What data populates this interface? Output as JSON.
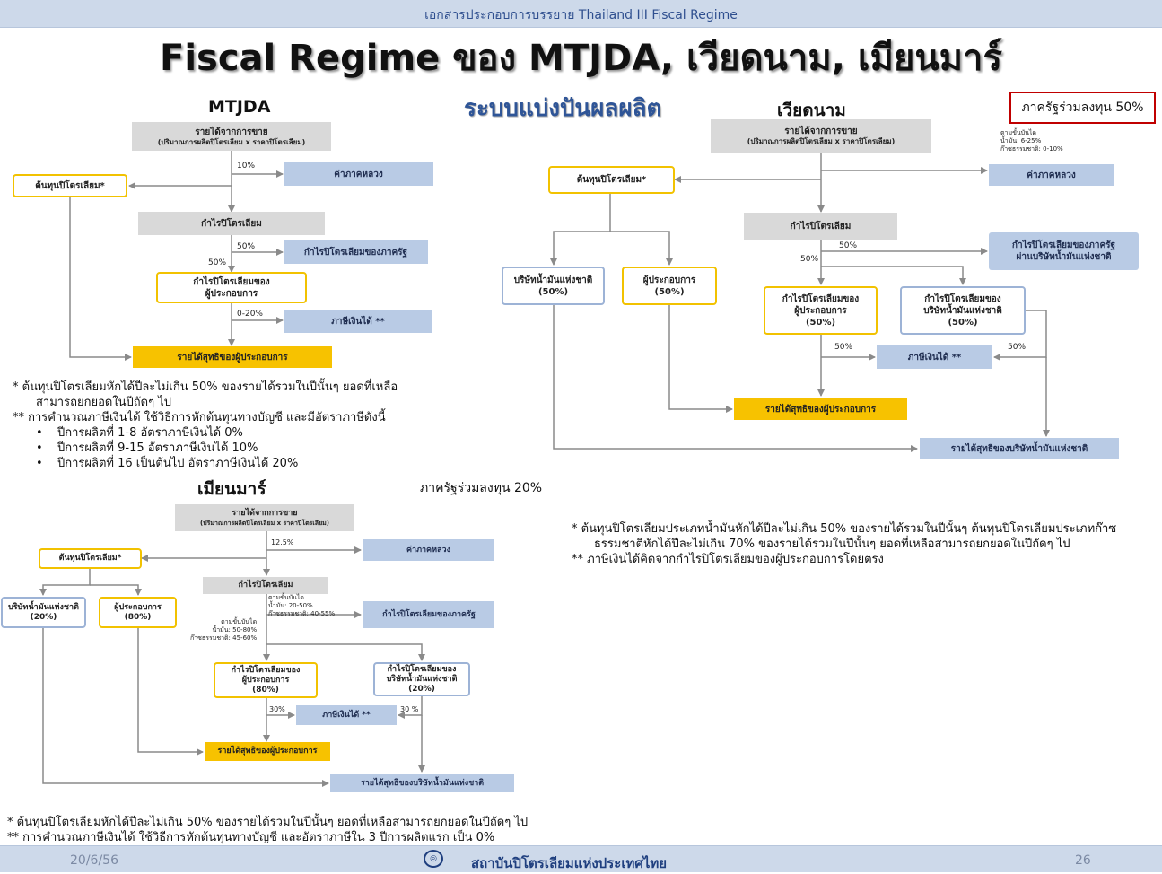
{
  "header": {
    "title": "เอกสารประกอบการบรรยาย Thailand III Fiscal Regime"
  },
  "slide_title": "Fiscal Regime ของ MTJDA, เวียดนาม, เมียนมาร์",
  "center_title": "ระบบแบ่งปันผลผลิต",
  "mtjda": {
    "heading": "MTJDA",
    "revenue": [
      "รายได้จากการขาย",
      "(ปริมาณการผลิตปิโตรเลียม x ราคาปิโตรเลียม)"
    ],
    "cost": "ต้นทุนปิโตรเลียม*",
    "royalty": "ค่าภาคหลวง",
    "profit_oil": "กำไรปิโตรเลียม",
    "gov_profit": "กำไรปิโตรเลียมของภาครัฐ",
    "contractor_profit": [
      "กำไรปิโตรเลียมของ",
      "ผู้ประกอบการ"
    ],
    "income_tax": "ภาษีเงินได้ **",
    "net_income": "รายได้สุทธิของผู้ประกอบการ",
    "pct_royalty": "10%",
    "pct_gov": "50%",
    "pct_contractor": "50%",
    "pct_tax": "0-20%",
    "notes": [
      "*   ต้นทุนปิโตรเลียมหักได้ปีละไม่เกิน 50% ของรายได้รวมในปีนั้นๆ ยอดที่เหลือ",
      "สามารถยกยอดในปีถัดๆ ไป",
      "** การคำนวณภาษีเงินได้ ใช้วิธีการหักต้นทุนทางบัญชี และมีอัตราภาษีดังนี้"
    ],
    "tax_bullets": [
      "ปีการผลิตที่ 1-8 อัตราภาษีเงินได้ 0%",
      "ปีการผลิตที่ 9-15 อัตราภาษีเงินได้ 10%",
      "ปีการผลิตที่ 16 เป็นต้นไป อัตราภาษีเงินได้  20%"
    ],
    "bullet_char": "•"
  },
  "vietnam": {
    "heading": "เวียดนาม",
    "gov_participation": "ภาครัฐร่วมลงทุน 50%",
    "revenue": [
      "รายได้จากการขาย",
      "(ปริมาณการผลิตปิโตรเลียม x ราคาปิโตรเลียม)"
    ],
    "royalty_scale": [
      "ตามขั้นบันได",
      "น้ำมัน: 6-25%",
      "ก๊าซธรรมชาติ: 0-10%"
    ],
    "cost": "ต้นทุนปิโตรเลียม*",
    "royalty": "ค่าภาคหลวง",
    "profit_oil": "กำไรปิโตรเลียม",
    "gov_profit": [
      "กำไรปิโตรเลียมของภาครัฐ",
      "ผ่านบริษัทน้ำมันแห่งชาติ"
    ],
    "noc": [
      "บริษัทน้ำมันแห่งชาติ",
      "(50%)"
    ],
    "contractor": [
      "ผู้ประกอบการ",
      "(50%)"
    ],
    "contractor_profit": [
      "กำไรปิโตรเลียมของ",
      "ผู้ประกอบการ",
      "(50%)"
    ],
    "noc_profit": [
      "กำไรปิโตรเลียมของ",
      "บริษัทน้ำมันแห่งชาติ",
      "(50%)"
    ],
    "income_tax": "ภาษีเงินได้ **",
    "net_contractor": "รายได้สุทธิของผู้ประกอบการ",
    "net_noc": "รายได้สุทธิของบริษัทน้ำมันแห่งชาติ",
    "pct_gov": "50%",
    "pct_split": "50%",
    "pct_tax_left": "50%",
    "pct_tax_right": "50%",
    "notes": [
      "*   ต้นทุนปิโตรเลียมประเภทน้ำมันหักได้ปีละไม่เกิน 50% ของรายได้รวมในปีนั้นๆ ต้นทุนปิโตรเลียมประเภทก๊าซ",
      "ธรรมชาติหักได้ปีละไม่เกิน 70% ของรายได้รวมในปีนั้นๆ ยอดที่เหลือสามารถยกยอดในปีถัดๆ ไป",
      "** ภาษีเงินได้คิดจากกำไรปิโตรเลียมของผู้ประกอบการโดยตรง"
    ]
  },
  "myanmar": {
    "heading": "เมียนมาร์",
    "gov_participation": "ภาครัฐร่วมลงทุน 20%",
    "revenue": [
      "รายได้จากการขาย",
      "(ปริมาณการผลิตปิโตรเลียม x ราคาปิโตรเลียม)"
    ],
    "cost": "ต้นทุนปิโตรเลียม*",
    "royalty": "ค่าภาคหลวง",
    "profit_oil": "กำไรปิโตรเลียม",
    "gov_profit": "กำไรปิโตรเลียมของภาครัฐ",
    "gov_scale": [
      "ตามขั้นบันได",
      "น้ำมัน: 20-50%",
      "ก๊าซธรรมชาติ: 40-55%"
    ],
    "contractor_scale": [
      "ตามขั้นบันได",
      "น้ำมัน: 50-80%",
      "ก๊าซธรรมชาติ: 45-60%"
    ],
    "noc": [
      "บริษัทน้ำมันแห่งชาติ",
      "(20%)"
    ],
    "contractor": [
      "ผู้ประกอบการ",
      "(80%)"
    ],
    "contractor_profit": [
      "กำไรปิโตรเลียมของ",
      "ผู้ประกอบการ",
      "(80%)"
    ],
    "noc_profit": [
      "กำไรปิโตรเลียมของ",
      "บริษัทน้ำมันแห่งชาติ",
      "(20%)"
    ],
    "income_tax": "ภาษีเงินได้ **",
    "net_contractor": "รายได้สุทธิของผู้ประกอบการ",
    "net_noc": "รายได้สุทธิของบริษัทน้ำมันแห่งชาติ",
    "pct_royalty": "12.5%",
    "pct_tax_left": "30%",
    "pct_tax_right": "30 %",
    "notes": [
      "*   ต้นทุนปิโตรเลียมหักได้ปีละไม่เกิน 50% ของรายได้รวมในปีนั้นๆ ยอดที่เหลือสามารถยกยอดในปีถัดๆ ไป",
      "** การคำนวณภาษีเงินได้ ใช้วิธีการหักต้นทุนทางบัญชี และอัตราภาษีใน 3 ปีการผลิตแรก เป็น 0%"
    ]
  },
  "footer": {
    "date": "20/6/56",
    "org": "สถาบันปิโตรเลียมแห่งประเทศไทย",
    "page": "26"
  }
}
